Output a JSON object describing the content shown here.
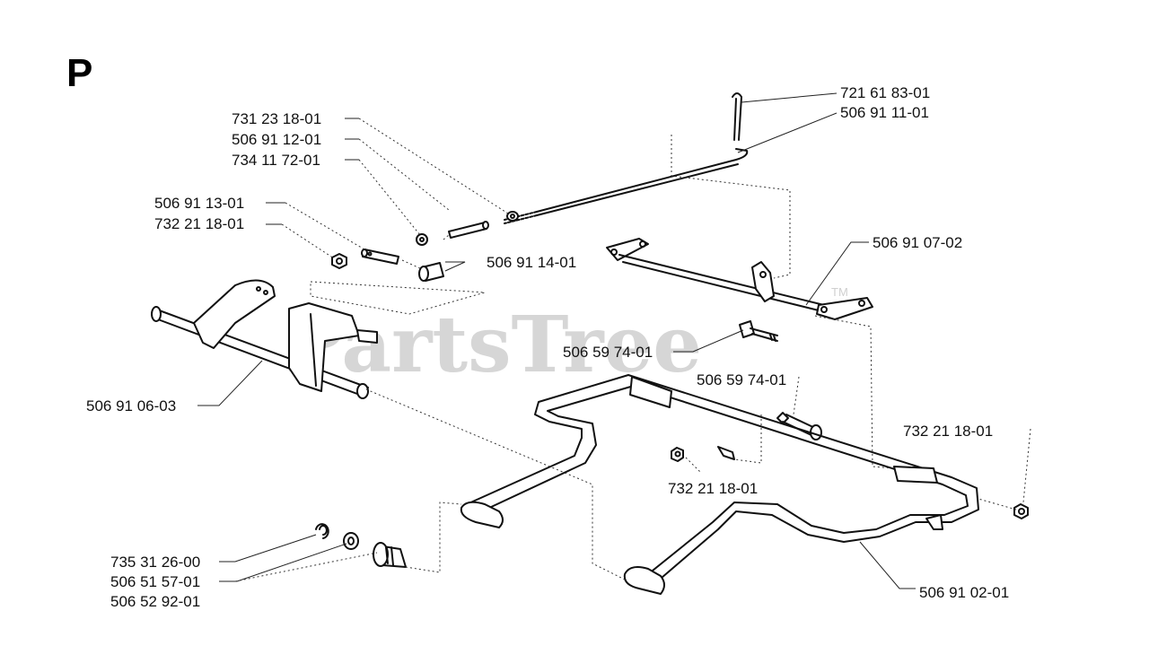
{
  "section_letter": "P",
  "watermark": {
    "text": "PartsTree",
    "tm": "TM"
  },
  "part_labels": [
    {
      "id": "l01",
      "text": "721 61 83-01"
    },
    {
      "id": "l02",
      "text": "506 91 11-01"
    },
    {
      "id": "l03",
      "text": "731 23 18-01"
    },
    {
      "id": "l04",
      "text": "506 91 12-01"
    },
    {
      "id": "l05",
      "text": "734 11 72-01"
    },
    {
      "id": "l06",
      "text": "506 91 13-01"
    },
    {
      "id": "l07",
      "text": "732 21 18-01"
    },
    {
      "id": "l08",
      "text": "506 91 07-02"
    },
    {
      "id": "l09",
      "text": "506 91 14-01"
    },
    {
      "id": "l10",
      "text": "506 59 74-01"
    },
    {
      "id": "l11",
      "text": "506 59 74-01"
    },
    {
      "id": "l12",
      "text": "506 91 06-03"
    },
    {
      "id": "l13",
      "text": "732 21 18-01"
    },
    {
      "id": "l14",
      "text": "732 21 18-01"
    },
    {
      "id": "l15",
      "text": "735 31 26-00"
    },
    {
      "id": "l16",
      "text": "506 51 57-01"
    },
    {
      "id": "l17",
      "text": "506 52 92-01"
    },
    {
      "id": "l18",
      "text": "506 91 02-01"
    }
  ]
}
